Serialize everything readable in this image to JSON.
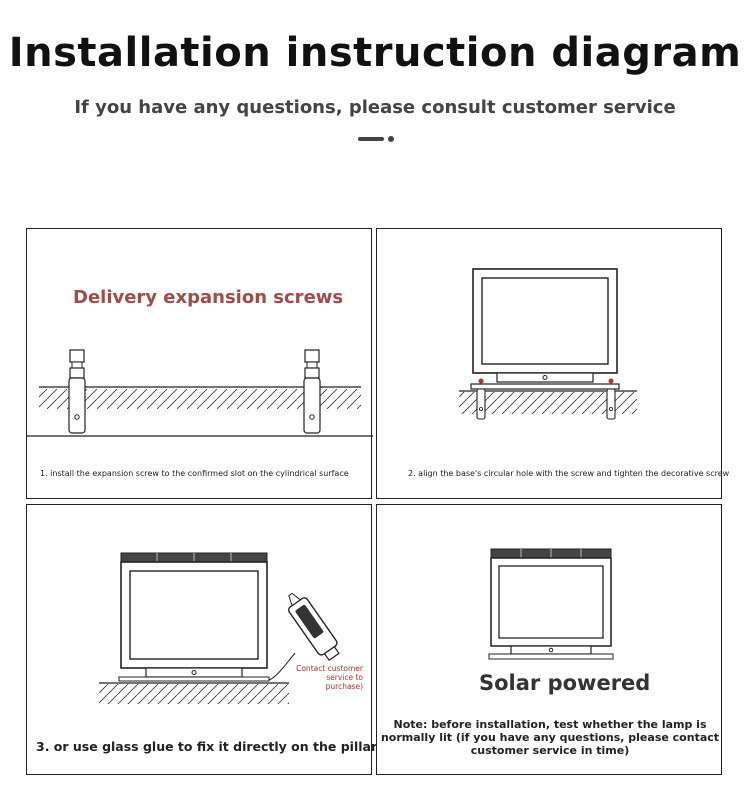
{
  "header": {
    "title": "Installation instruction diagram",
    "subtitle": "If you have any questions, please consult customer service"
  },
  "panels": [
    {
      "heading": "Delivery expansion screws",
      "caption": "1. install the expansion screw to the confirmed slot on the cylindrical surface"
    },
    {
      "caption": "2. align the base's circular hole with the screw and tighten the decorative screw"
    },
    {
      "caption": "3. or use glass glue to fix it directly on the pillar",
      "contact_note": [
        "Contact customer",
        "service to",
        "purchase)"
      ]
    },
    {
      "heading": "Solar powered",
      "note": [
        "Note: before installation, test whether the lamp is",
        "normally lit (if you have any questions, please contact",
        "customer service in time)"
      ]
    }
  ],
  "colors": {
    "heading_red": "#a04a4a",
    "contact_red": "#b03030",
    "line": "#222222"
  }
}
